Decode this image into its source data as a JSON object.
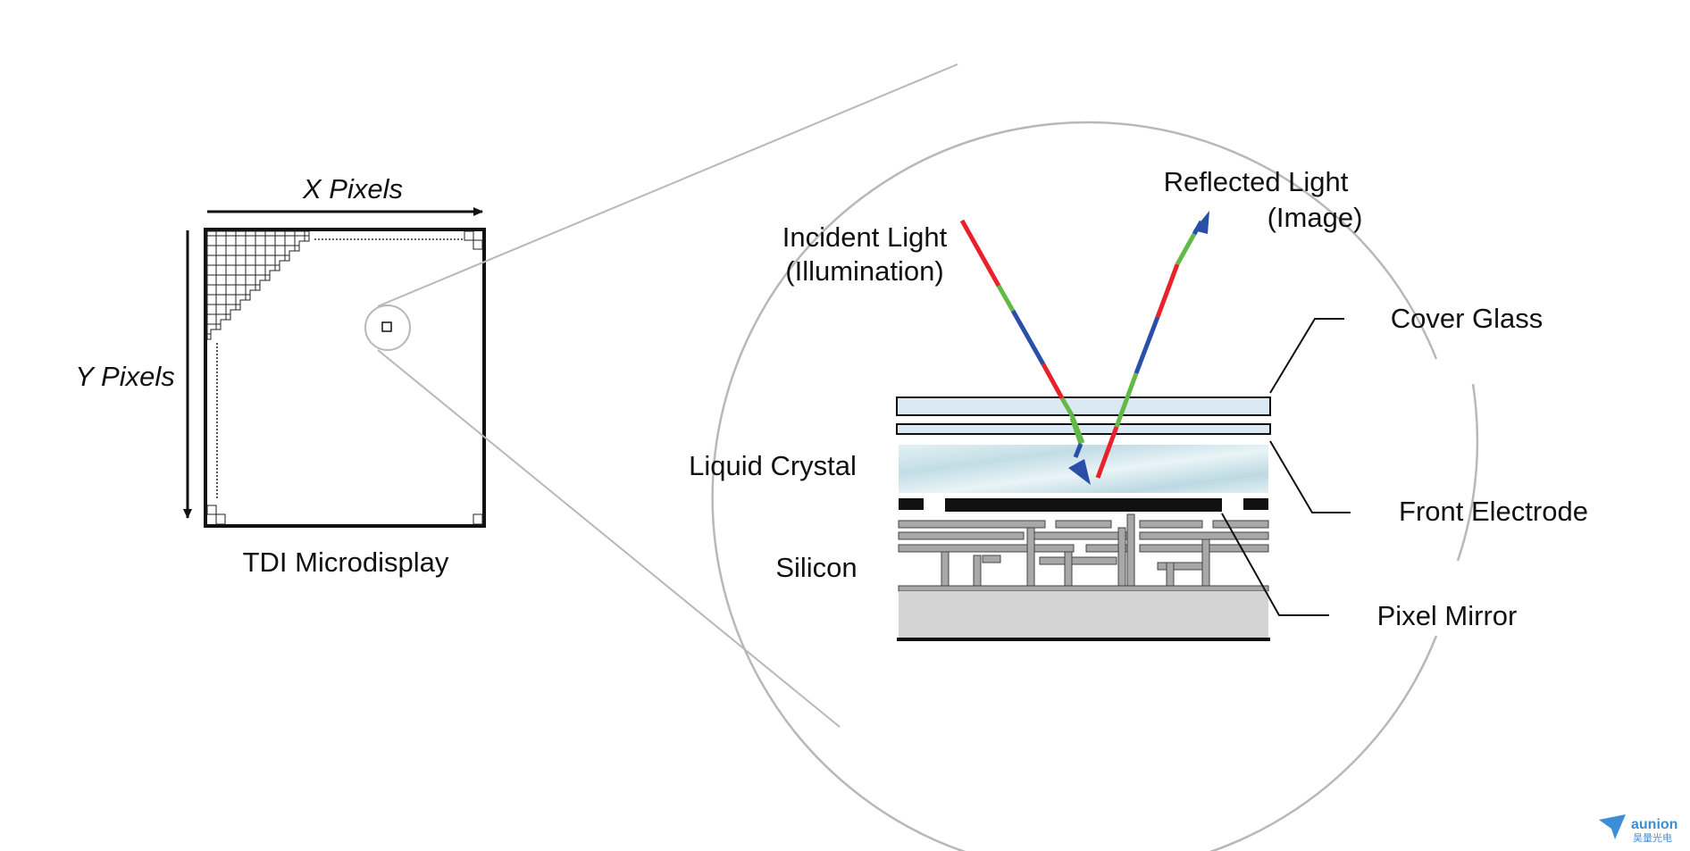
{
  "microdisplay": {
    "x_axis_label": "X Pixels",
    "y_axis_label": "Y Pixels",
    "caption": "TDI Microdisplay"
  },
  "light": {
    "incident_line1": "Incident Light",
    "incident_line2": "(Illumination)",
    "reflected_line1": "Reflected Light",
    "reflected_line2": "(Image)"
  },
  "layers": {
    "cover_glass": "Cover Glass",
    "liquid_crystal": "Liquid Crystal",
    "front_electrode": "Front Electrode",
    "silicon": "Silicon",
    "pixel_mirror": "Pixel Mirror"
  },
  "colors": {
    "ray_red": "#e8212b",
    "ray_green": "#63b947",
    "ray_blue": "#2a4fa8",
    "glass_fill": "#dbe9f5",
    "lc_fill": "#c9e3ea",
    "silicon_fill": "#d4d4d4",
    "circuit_fill": "#a8a8a8",
    "circle_stroke": "#b8b8b8",
    "logo_blue": "#3b8ed6"
  },
  "logo": {
    "name": "aunion",
    "subtitle": "昊量光电"
  }
}
